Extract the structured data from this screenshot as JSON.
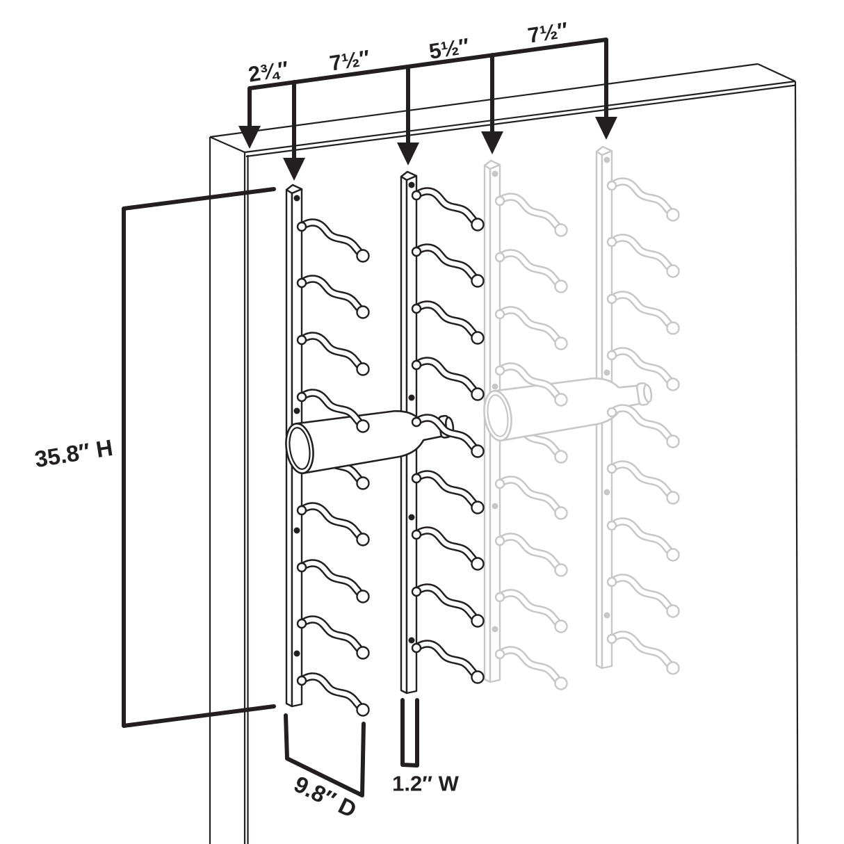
{
  "diagram": {
    "description": "Wall-mounted wine rack rail installation diagram with spacing, height, depth and width dimensions",
    "top_dimensions": {
      "labels": [
        "2¾″",
        "7½″",
        "5½″",
        "7½″"
      ]
    },
    "height_label": "35.8″ H",
    "depth_label": "9.8″ D",
    "width_label": "1.2″ W",
    "colors": {
      "ink": "#231f20",
      "ghost": "#c7c7c7",
      "background": "#ffffff"
    }
  }
}
